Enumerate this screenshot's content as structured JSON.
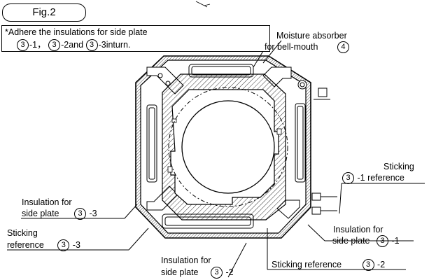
{
  "figure_label": "Fig.2",
  "note": {
    "line1": "*Adhere the insulations for side plate",
    "part_a": "-1，",
    "part_b": "-2and",
    "part_c": "-3inturn."
  },
  "circle_number_3": "3",
  "circle_number_4": "4",
  "labels": {
    "moisture_line1": "Moisture absorber",
    "moisture_line2": "for bell-mouth",
    "sticking1_line1": "Sticking",
    "sticking1_line2": "-1 reference",
    "ins3_line1": "Insulation for",
    "ins3_line2": "side plate",
    "ins3_suffix": "-3",
    "stick3_line1": "Sticking",
    "stick3_line2": "reference",
    "stick3_suffix": "-3",
    "ins1_line1": "Insulation for",
    "ins1_line2": "side plate",
    "ins1_suffix": "-1",
    "ins2_line1": "Insulation for",
    "ins2_line2": "side plate",
    "ins2_suffix": "-2",
    "stick2_line1": "Sticking reference",
    "stick2_suffix": "-2"
  }
}
